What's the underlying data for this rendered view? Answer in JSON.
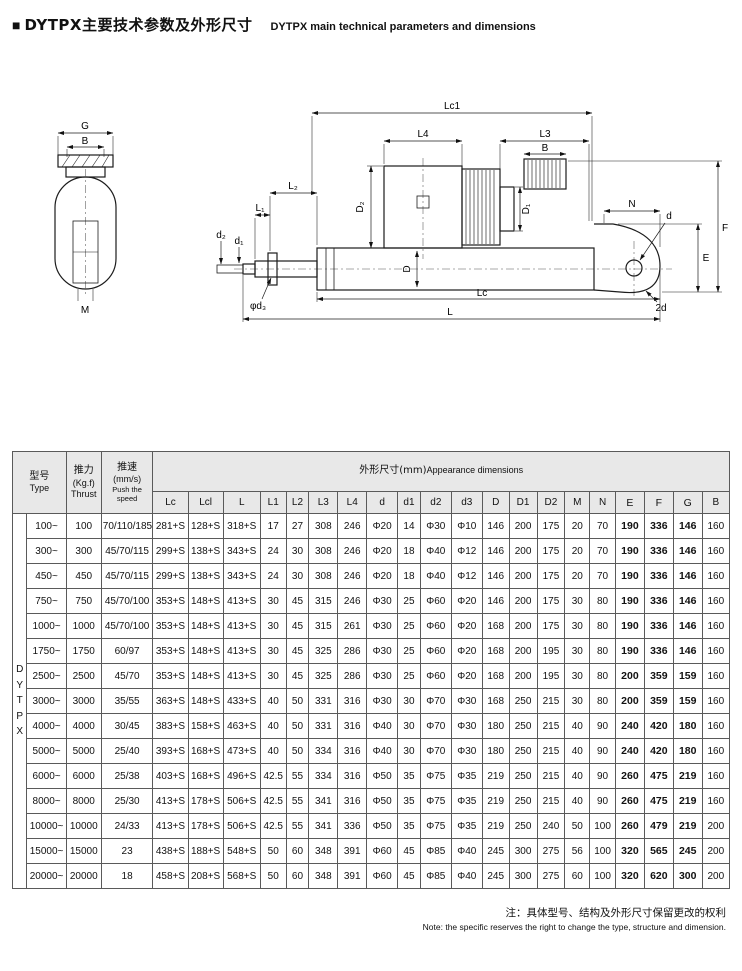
{
  "page": {
    "bullet": "■",
    "title_zh": "DYTPX主要技术参数及外形尺寸",
    "title_en": "DYTPX main technical parameters and  dimensions",
    "note_zh": "注：具体型号、结构及外形尺寸保留更改的权利",
    "note_en": "Note: the specific reserves the right to change the type, structure and dimension."
  },
  "diagram": {
    "front_view": {
      "g": "G",
      "b": "B",
      "m": "M"
    },
    "side_view": {
      "lc1": "Lc1",
      "l4": "L4",
      "l3": "L3",
      "b": "B",
      "l2": "L₂",
      "l1": "L₁",
      "d2_cap": "D₂",
      "d1_cap": "D₁",
      "d_cap": "D",
      "d2": "d₂",
      "d1": "d₁",
      "phi_d3": "φd₃",
      "lc": "Lc",
      "l": "L",
      "n": "N",
      "e": "E",
      "f": "F",
      "d": "d",
      "two_d": "2d"
    }
  },
  "table": {
    "series_vertical": "D\nY\nT\nP\nX",
    "headers": {
      "type_zh": "型号",
      "type_en": "Type",
      "thrust_zh": "推力",
      "thrust_unit": "(Kg.f)",
      "thrust_en": "Thrust",
      "speed_zh": "推速",
      "speed_unit": "(mm/s)",
      "speed_en": "Push the speed",
      "dims_zh": "外形尺寸(mm)",
      "dims_en": "Appearance  dimensions",
      "dim_cols": [
        "Lc",
        "Lcl",
        "L",
        "L1",
        "L2",
        "L3",
        "L4",
        "d",
        "d1",
        "d2",
        "d3",
        "D",
        "D1",
        "D2",
        "M",
        "N",
        "E",
        "F",
        "G",
        "B"
      ],
      "bold_cols": [
        "E",
        "F",
        "G"
      ]
    },
    "rows": [
      {
        "type": "100~",
        "thrust": "100",
        "speed": "70/110/185",
        "dims": [
          "281+S",
          "128+S",
          "318+S",
          "17",
          "27",
          "308",
          "246",
          "Φ20",
          "14",
          "Φ30",
          "Φ10",
          "146",
          "200",
          "175",
          "20",
          "70",
          "190",
          "336",
          "146",
          "160"
        ]
      },
      {
        "type": "300~",
        "thrust": "300",
        "speed": "45/70/115",
        "dims": [
          "299+S",
          "138+S",
          "343+S",
          "24",
          "30",
          "308",
          "246",
          "Φ20",
          "18",
          "Φ40",
          "Φ12",
          "146",
          "200",
          "175",
          "20",
          "70",
          "190",
          "336",
          "146",
          "160"
        ]
      },
      {
        "type": "450~",
        "thrust": "450",
        "speed": "45/70/115",
        "dims": [
          "299+S",
          "138+S",
          "343+S",
          "24",
          "30",
          "308",
          "246",
          "Φ20",
          "18",
          "Φ40",
          "Φ12",
          "146",
          "200",
          "175",
          "20",
          "70",
          "190",
          "336",
          "146",
          "160"
        ]
      },
      {
        "type": "750~",
        "thrust": "750",
        "speed": "45/70/100",
        "dims": [
          "353+S",
          "148+S",
          "413+S",
          "30",
          "45",
          "315",
          "246",
          "Φ30",
          "25",
          "Φ60",
          "Φ20",
          "146",
          "200",
          "175",
          "30",
          "80",
          "190",
          "336",
          "146",
          "160"
        ]
      },
      {
        "type": "1000~",
        "thrust": "1000",
        "speed": "45/70/100",
        "dims": [
          "353+S",
          "148+S",
          "413+S",
          "30",
          "45",
          "315",
          "261",
          "Φ30",
          "25",
          "Φ60",
          "Φ20",
          "168",
          "200",
          "175",
          "30",
          "80",
          "190",
          "336",
          "146",
          "160"
        ]
      },
      {
        "type": "1750~",
        "thrust": "1750",
        "speed": "60/97",
        "dims": [
          "353+S",
          "148+S",
          "413+S",
          "30",
          "45",
          "325",
          "286",
          "Φ30",
          "25",
          "Φ60",
          "Φ20",
          "168",
          "200",
          "195",
          "30",
          "80",
          "190",
          "336",
          "146",
          "160"
        ]
      },
      {
        "type": "2500~",
        "thrust": "2500",
        "speed": "45/70",
        "dims": [
          "353+S",
          "148+S",
          "413+S",
          "30",
          "45",
          "325",
          "286",
          "Φ30",
          "25",
          "Φ60",
          "Φ20",
          "168",
          "200",
          "195",
          "30",
          "80",
          "200",
          "359",
          "159",
          "160"
        ]
      },
      {
        "type": "3000~",
        "thrust": "3000",
        "speed": "35/55",
        "dims": [
          "363+S",
          "148+S",
          "433+S",
          "40",
          "50",
          "331",
          "316",
          "Φ30",
          "30",
          "Φ70",
          "Φ30",
          "168",
          "250",
          "215",
          "30",
          "80",
          "200",
          "359",
          "159",
          "160"
        ]
      },
      {
        "type": "4000~",
        "thrust": "4000",
        "speed": "30/45",
        "dims": [
          "383+S",
          "158+S",
          "463+S",
          "40",
          "50",
          "331",
          "316",
          "Φ40",
          "30",
          "Φ70",
          "Φ30",
          "180",
          "250",
          "215",
          "40",
          "90",
          "240",
          "420",
          "180",
          "160"
        ]
      },
      {
        "type": "5000~",
        "thrust": "5000",
        "speed": "25/40",
        "dims": [
          "393+S",
          "168+S",
          "473+S",
          "40",
          "50",
          "334",
          "316",
          "Φ40",
          "30",
          "Φ70",
          "Φ30",
          "180",
          "250",
          "215",
          "40",
          "90",
          "240",
          "420",
          "180",
          "160"
        ]
      },
      {
        "type": "6000~",
        "thrust": "6000",
        "speed": "25/38",
        "dims": [
          "403+S",
          "168+S",
          "496+S",
          "42.5",
          "55",
          "334",
          "316",
          "Φ50",
          "35",
          "Φ75",
          "Φ35",
          "219",
          "250",
          "215",
          "40",
          "90",
          "260",
          "475",
          "219",
          "160"
        ]
      },
      {
        "type": "8000~",
        "thrust": "8000",
        "speed": "25/30",
        "dims": [
          "413+S",
          "178+S",
          "506+S",
          "42.5",
          "55",
          "341",
          "316",
          "Φ50",
          "35",
          "Φ75",
          "Φ35",
          "219",
          "250",
          "215",
          "40",
          "90",
          "260",
          "475",
          "219",
          "160"
        ]
      },
      {
        "type": "10000~",
        "thrust": "10000",
        "speed": "24/33",
        "dims": [
          "413+S",
          "178+S",
          "506+S",
          "42.5",
          "55",
          "341",
          "336",
          "Φ50",
          "35",
          "Φ75",
          "Φ35",
          "219",
          "250",
          "240",
          "50",
          "100",
          "260",
          "479",
          "219",
          "200"
        ]
      },
      {
        "type": "15000~",
        "thrust": "15000",
        "speed": "23",
        "dims": [
          "438+S",
          "188+S",
          "548+S",
          "50",
          "60",
          "348",
          "391",
          "Φ60",
          "45",
          "Φ85",
          "Φ40",
          "245",
          "300",
          "275",
          "56",
          "100",
          "320",
          "565",
          "245",
          "200"
        ]
      },
      {
        "type": "20000~",
        "thrust": "20000",
        "speed": "18",
        "dims": [
          "458+S",
          "208+S",
          "568+S",
          "50",
          "60",
          "348",
          "391",
          "Φ60",
          "45",
          "Φ85",
          "Φ40",
          "245",
          "300",
          "275",
          "60",
          "100",
          "320",
          "620",
          "300",
          "200"
        ]
      }
    ]
  }
}
